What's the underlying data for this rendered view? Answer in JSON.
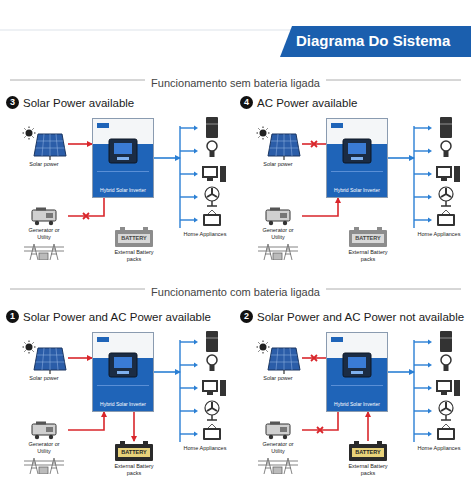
{
  "diagram": {
    "title": "Diagrama Do Sistema",
    "nodes": [
      {
        "text": [
          "Solar power"
        ]
      },
      {
        "text": [
          "Generator or Utility"
        ]
      },
      {
        "text": [
          "Hybrid Solar Inverter"
        ]
      },
      {
        "text": [
          "BATTERY",
          "External Battery packs"
        ]
      },
      {
        "text": [
          "Home Appliances"
        ]
      },
      {
        "text": [
          "Solar power"
        ]
      },
      {
        "text": [
          "Generator or Utility"
        ]
      },
      {
        "text": [
          "Hybrid Solar Inverter"
        ]
      },
      {
        "text": [
          "BATTERY",
          "External Battery packs"
        ]
      },
      {
        "text": [
          "Home Appliances"
        ]
      },
      {
        "text": [
          "Solar power"
        ]
      },
      {
        "text": [
          "Generator or Utility"
        ]
      },
      {
        "text": [
          "Hybrid Solar Inverter"
        ]
      },
      {
        "text": [
          "BATTERY",
          "External Battery packs"
        ]
      },
      {
        "text": [
          "Home Appliances"
        ]
      },
      {
        "text": [
          "Solar power"
        ]
      },
      {
        "text": [
          "Generator or Utility"
        ]
      },
      {
        "text": [
          "Hybrid Solar Inverter"
        ]
      },
      {
        "text": [
          "BATTERY",
          "External Battery packs"
        ]
      },
      {
        "text": [
          "Home Appliances"
        ]
      }
    ],
    "edges": [
      {
        "from": 0,
        "to": 2,
        "arrow": "to"
      },
      {
        "from": 1,
        "to": 2,
        "arrow": "none"
      },
      {
        "from": 2,
        "to": 4,
        "arrow": "to"
      },
      {
        "from": 5,
        "to": 7,
        "arrow": "none"
      },
      {
        "from": 6,
        "to": 7,
        "arrow": "to"
      },
      {
        "from": 7,
        "to": 9,
        "arrow": "to"
      },
      {
        "from": 10,
        "to": 12,
        "arrow": "to"
      },
      {
        "from": 11,
        "to": 12,
        "arrow": "to"
      },
      {
        "from": 12,
        "to": 13,
        "arrow": "to"
      },
      {
        "from": 12,
        "to": 14,
        "arrow": "to"
      },
      {
        "from": 15,
        "to": 17,
        "arrow": "none"
      },
      {
        "from": 16,
        "to": 17,
        "arrow": "none"
      },
      {
        "from": 18,
        "to": 17,
        "arrow": "to"
      },
      {
        "from": 17,
        "to": 19,
        "arrow": "to"
      }
    ],
    "labels": [
      "Funcionamento sem bateria ligada",
      "3",
      "Solar Power available",
      "4",
      "AC Power available",
      "Funcionamento com bateria ligada",
      "1",
      "Solar Power and AC Power available",
      "2",
      "Solar Power and AC Power not available"
    ]
  }
}
